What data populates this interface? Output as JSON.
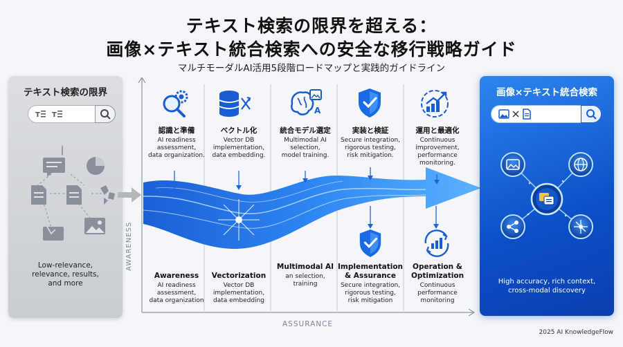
{
  "title": {
    "line1": "テキスト検索の限界を超える：",
    "line2": "画像×テキスト統合検索への安全な移行戦略ガイド",
    "subtitle": "マルチモーダルAI活用5段階ロードマップと実践的ガイドライン"
  },
  "left_panel": {
    "title": "テキスト検索の限界",
    "caption": [
      "Low-relevance,",
      "relevance, results,",
      "and more"
    ]
  },
  "right_panel": {
    "title": "画像×テキスト統合検索",
    "caption": [
      "High accuracy, rich context,",
      "cross-modal discovery"
    ]
  },
  "axes": {
    "y": "AWARENESS",
    "x": "ASSURANCE"
  },
  "stages_top": [
    {
      "title": "認識と準備",
      "desc": [
        "AI readiness",
        "assessment,",
        "data organization."
      ]
    },
    {
      "title": "ベクトル化",
      "desc": [
        "Vector DB",
        "implementation,",
        "data embedding."
      ]
    },
    {
      "title": "統合モデル選定",
      "desc": [
        "Multimodal AI",
        "selection,",
        "model training."
      ]
    },
    {
      "title": "実装と検証",
      "desc": [
        "Secure integration,",
        "rigorous testing,",
        "risk mitigation."
      ]
    },
    {
      "title": "運用と最適化",
      "desc": [
        "Continuous",
        "improvement,",
        "performance",
        "monitoring."
      ]
    }
  ],
  "stages_bottom": [
    {
      "title": [
        "Awareness"
      ],
      "desc": [
        "AI readiness",
        "assessment,",
        "data organization"
      ]
    },
    {
      "title": [
        "Vectorization"
      ],
      "desc": [
        "Vector DB",
        "implementation,",
        "data embedding"
      ]
    },
    {
      "title": [
        "Multimodal AI"
      ],
      "desc": [
        "an selection,",
        "training"
      ]
    },
    {
      "title": [
        "Implementation",
        "& Assurance"
      ],
      "desc": [
        "Secure integration,",
        "rigorous testing,",
        "risk mitigation"
      ]
    },
    {
      "title": [
        "Operation &",
        "Optimization"
      ],
      "desc": [
        "Continuous",
        "performance",
        "monitoring"
      ]
    }
  ],
  "footer": "2025 AI KnowledgeFlow",
  "colors": {
    "accent": "#1565e0",
    "accent_light": "#3d9bff",
    "panel_gray": "#d4d7db"
  },
  "icons": {
    "left_search_tokens": [
      "text-doc-icon",
      "text-doc-icon"
    ],
    "right_search_tokens": [
      "image-icon",
      "multiply-icon",
      "document-icon"
    ],
    "stage_icons": [
      "gear-magnifier-icon",
      "database-icon",
      "brain-ai-icon",
      "shield-check-icon",
      "chart-up-icon"
    ]
  }
}
